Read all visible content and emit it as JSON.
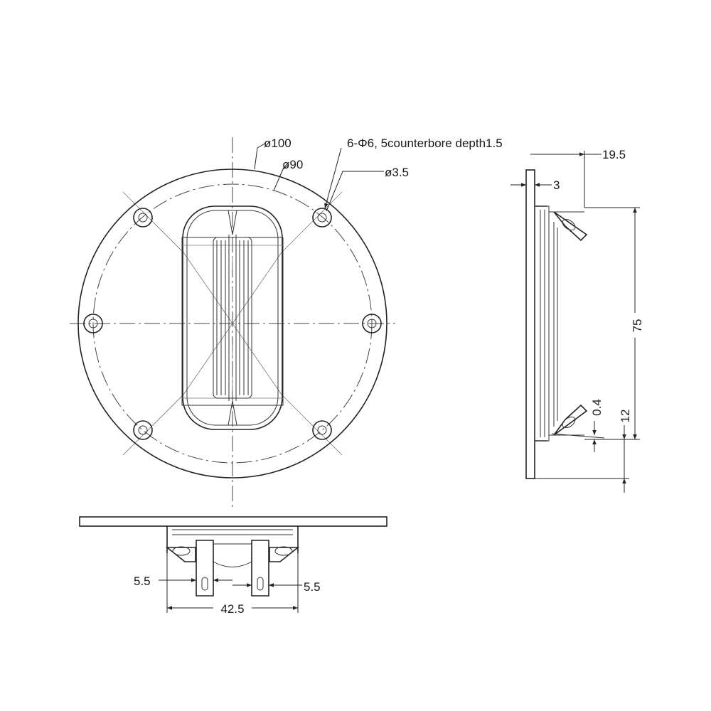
{
  "front_view": {
    "outer_diameter_label": "ø100",
    "bolt_circle_label": "ø90",
    "hole_label": "ø3.5",
    "counterbore_note": "6-Φ6, 5counterbore depth1.5"
  },
  "side_view": {
    "depth_label": "19.5",
    "flange_label": "3",
    "height_label": "75",
    "offset_label": "0.4",
    "terminal_label": "12"
  },
  "bottom_view": {
    "left_offset_label": "5.5",
    "right_offset_label": "5.5",
    "width_label": "42.5"
  }
}
